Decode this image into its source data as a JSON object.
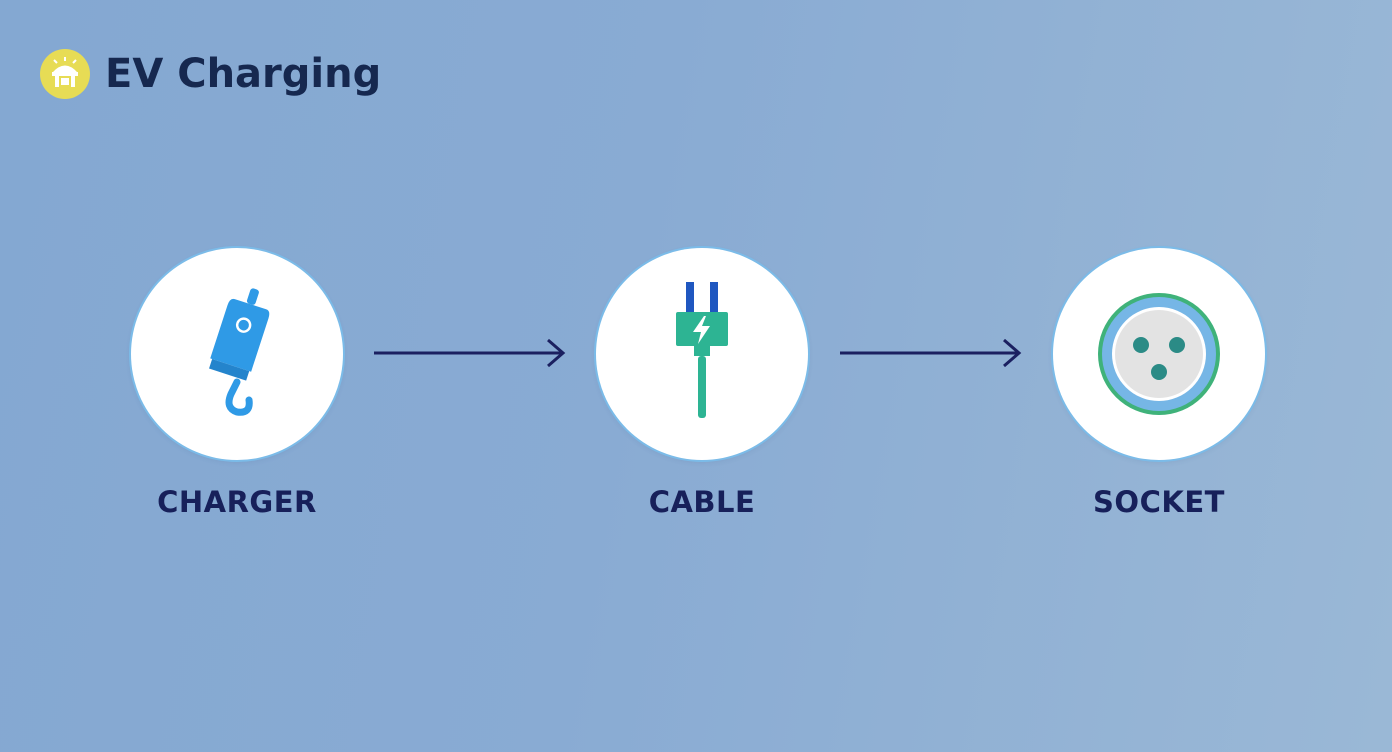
{
  "header": {
    "title": "EV Charging",
    "logo_icon": "charging-station-badge-icon",
    "logo_color": "#e7dc55"
  },
  "steps": [
    {
      "label": "CHARGER",
      "icon": "charger-plug-icon",
      "color": "#2f9ae6"
    },
    {
      "label": "CABLE",
      "icon": "cable-plug-bolt-icon",
      "color": "#2db493"
    },
    {
      "label": "SOCKET",
      "icon": "three-pin-socket-icon",
      "color": "#2b8b86"
    }
  ],
  "connectors": [
    {
      "from": "CHARGER",
      "to": "CABLE",
      "icon": "arrow-right-icon"
    },
    {
      "from": "CABLE",
      "to": "SOCKET",
      "icon": "arrow-right-icon"
    }
  ],
  "colors": {
    "label_text": "#17205a",
    "arrow": "#1b2060",
    "circle_border": "#7bbbe8"
  }
}
